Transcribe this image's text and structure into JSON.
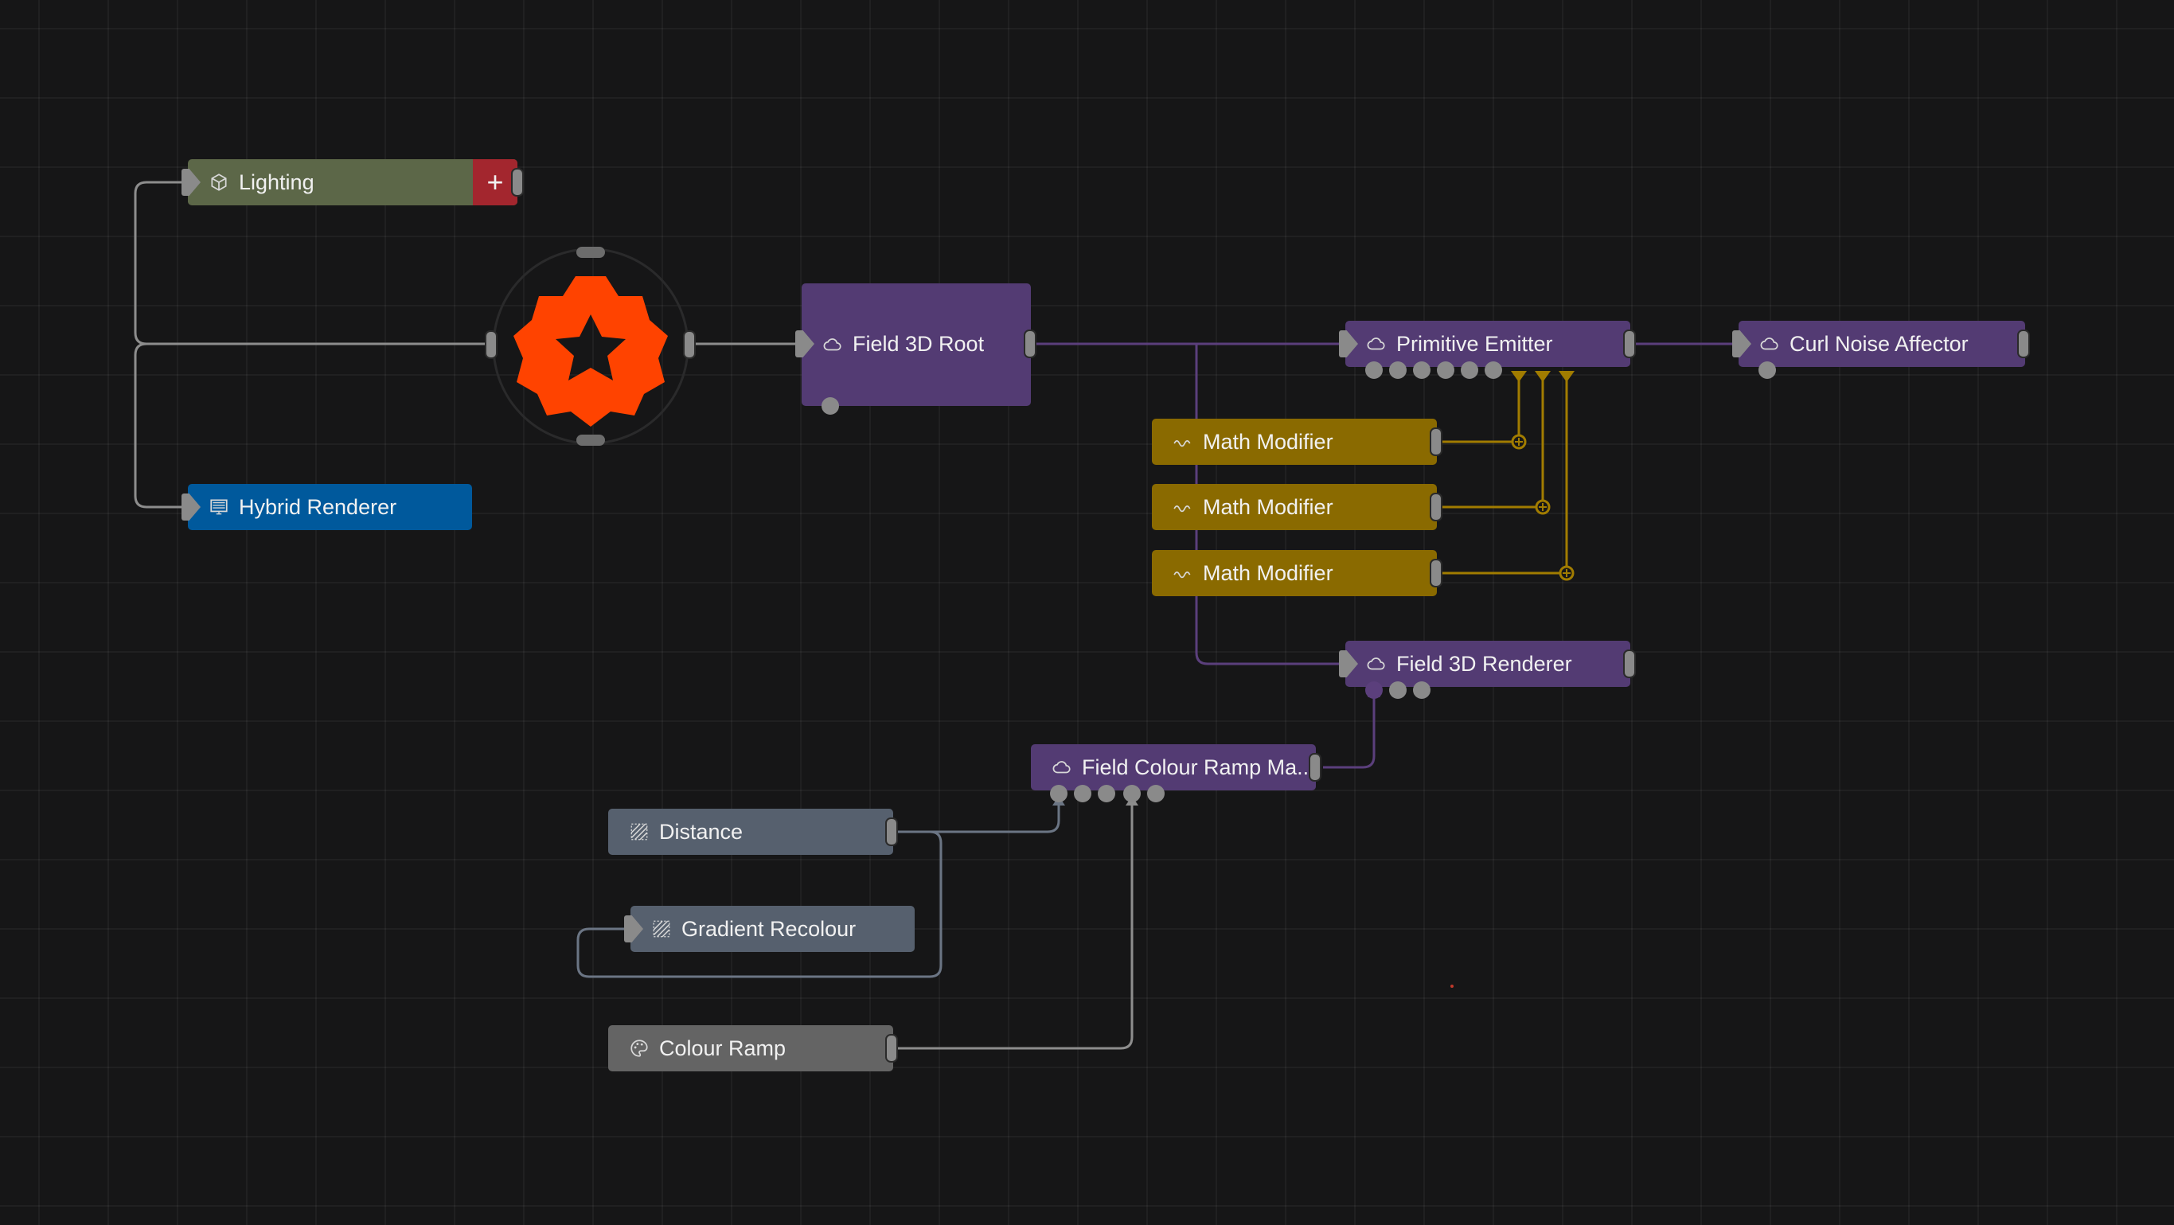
{
  "colors": {
    "background": "#161617",
    "brand_logo": "#ff4300",
    "wire_grey": "#8d8d8d",
    "wire_purple": "#5b3f7c",
    "wire_gold": "#a17c00",
    "wire_slate": "#6b7584",
    "node_purple": "#533b73",
    "node_olive": "#5c6748",
    "node_blue": "#00599c",
    "node_gold": "#8a6a00",
    "node_slate": "#56606e",
    "node_grey": "#646464",
    "add_button": "#a3262e"
  },
  "graph": {
    "logo_icon": "star-gear-logo-icon",
    "nodes": {
      "lighting": {
        "label": "Lighting",
        "icon": "cube-icon"
      },
      "hybrid_renderer": {
        "label": "Hybrid Renderer",
        "icon": "monitor-icon"
      },
      "field_3d_root": {
        "label": "Field 3D Root",
        "icon": "cloud-icon"
      },
      "primitive_emitter": {
        "label": "Primitive Emitter",
        "icon": "cloud-icon"
      },
      "curl_noise_affector": {
        "label": "Curl Noise Affector",
        "icon": "cloud-icon"
      },
      "math_modifier_1": {
        "label": "Math Modifier",
        "icon": "wave-icon"
      },
      "math_modifier_2": {
        "label": "Math Modifier",
        "icon": "wave-icon"
      },
      "math_modifier_3": {
        "label": "Math Modifier",
        "icon": "wave-icon"
      },
      "field_3d_renderer": {
        "label": "Field 3D Renderer",
        "icon": "cloud-icon"
      },
      "field_colour_ramp": {
        "label": "Field Colour Ramp Ma...",
        "icon": "cloud-icon"
      },
      "distance": {
        "label": "Distance",
        "icon": "hatch-icon"
      },
      "gradient_recolour": {
        "label": "Gradient Recolour",
        "icon": "hatch-icon"
      },
      "colour_ramp": {
        "label": "Colour Ramp",
        "icon": "palette-icon"
      }
    },
    "add_button_glyph": "+"
  }
}
